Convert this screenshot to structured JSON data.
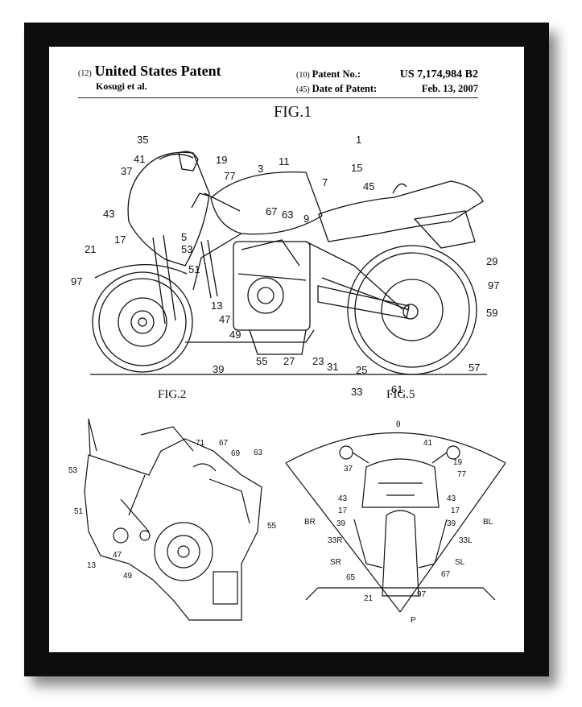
{
  "header": {
    "type_code": "(12)",
    "doc_type": "United States Patent",
    "inventor": "Kosugi et al.",
    "patent_no_code": "(10)",
    "patent_no_label": "Patent No.:",
    "patent_no": "US 7,174,984 B2",
    "date_code": "(45)",
    "date_label": "Date of Patent:",
    "date": "Feb. 13, 2007"
  },
  "figures": {
    "fig1_title": "FIG.1",
    "fig2_title": "FIG.2",
    "fig5_title": "FIG.5"
  },
  "fig1_refs": [
    "1",
    "35",
    "41",
    "37",
    "19",
    "77",
    "3",
    "11",
    "15",
    "45",
    "7",
    "43",
    "67",
    "63",
    "9",
    "5",
    "53",
    "21",
    "17",
    "51",
    "97",
    "29",
    "97",
    "13",
    "47",
    "49",
    "59",
    "55",
    "27",
    "23",
    "31",
    "25",
    "57",
    "39",
    "33",
    "61"
  ],
  "fig2_refs": [
    "71",
    "67",
    "69",
    "63",
    "53",
    "51",
    "55",
    "47",
    "13",
    "49"
  ],
  "fig5_refs": [
    "θ",
    "41",
    "37",
    "19",
    "77",
    "43",
    "43",
    "17",
    "17",
    "BR",
    "BL",
    "39",
    "39",
    "33R",
    "33L",
    "SR",
    "SL",
    "65",
    "67",
    "21",
    "97",
    "P"
  ],
  "colors": {
    "frame": "#0d0d0d",
    "paper": "#ffffff",
    "ink": "#111111"
  }
}
